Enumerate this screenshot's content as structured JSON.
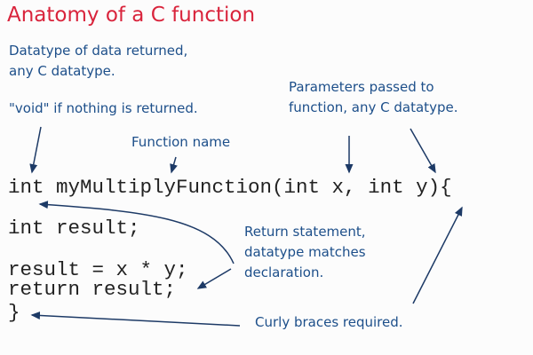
{
  "title": "Anatomy of a C function",
  "notes": {
    "return_type": [
      "Datatype of data returned,",
      "any C datatype."
    ],
    "void": "\"void\" if nothing is returned.",
    "parameters": [
      "Parameters passed to",
      "function, any C datatype."
    ],
    "function_name": "Function name",
    "return_statement": [
      "Return statement,",
      "datatype matches",
      "declaration."
    ],
    "braces": "Curly braces required."
  },
  "code": [
    "int myMultiplyFunction(int x, int y){",
    "int result;",
    "result = x * y;",
    "return result;",
    "}"
  ],
  "colors": {
    "title": "#d9243c",
    "note": "#1d4f8a",
    "arrow": "#1d3a66"
  }
}
